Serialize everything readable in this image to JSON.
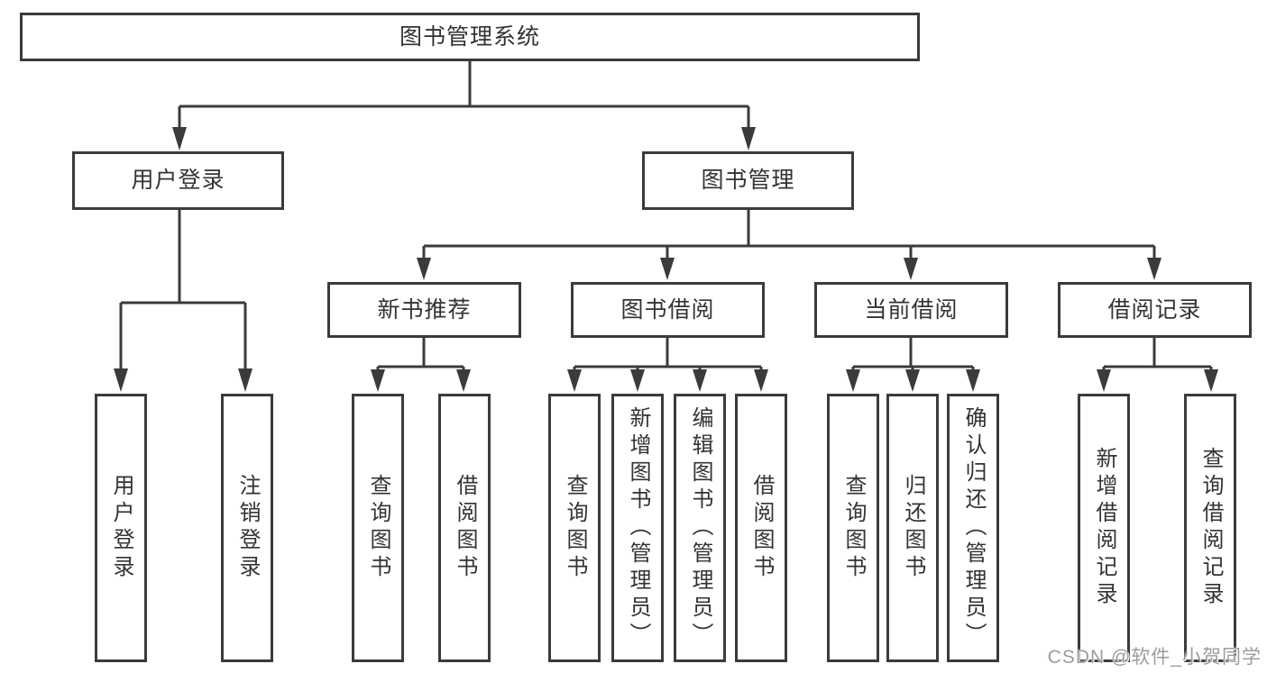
{
  "colors": {
    "line": "#3b3b3b",
    "text": "#333333",
    "box_background": "#ffffff",
    "watermark": "#9c9c9c",
    "background": "#ffffff"
  },
  "watermark": "CSDN @软件_小贺同学",
  "tree": {
    "root": "图书管理系统",
    "branches": [
      {
        "label": "用户登录",
        "children": [
          "用户登录",
          "注销登录"
        ]
      },
      {
        "label": "图书管理",
        "groups": [
          {
            "label": "新书推荐",
            "children": [
              "查询图书",
              "借阅图书"
            ]
          },
          {
            "label": "图书借阅",
            "children": [
              "查询图书",
              "新增图书（管理员）",
              "编辑图书（管理员）",
              "借阅图书"
            ]
          },
          {
            "label": "当前借阅",
            "children": [
              "查询图书",
              "归还图书",
              "确认归还（管理员）"
            ]
          },
          {
            "label": "借阅记录",
            "children": [
              "新增借阅记录",
              "查询借阅记录"
            ]
          }
        ]
      }
    ]
  }
}
